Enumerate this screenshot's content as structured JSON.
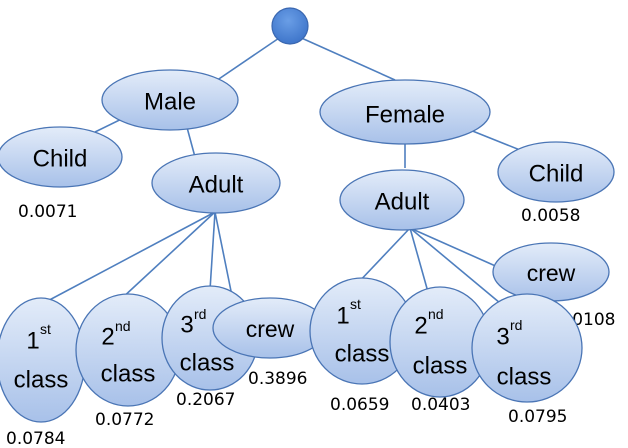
{
  "nodes": {
    "male": "Male",
    "female": "Female",
    "male_child": "Child",
    "male_adult": "Adult",
    "female_adult": "Adult",
    "female_child": "Child",
    "female_crew": "crew",
    "m_1st_num": "1",
    "m_1st_sup": "st",
    "m_1st_class": "class",
    "m_2nd_num": "2",
    "m_2nd_sup": "nd",
    "m_2nd_class": "class",
    "m_3rd_num": "3",
    "m_3rd_sup": "rd",
    "m_3rd_class": "class",
    "m_crew": "crew",
    "f_1st_num": "1",
    "f_1st_sup": "st",
    "f_1st_class": "class",
    "f_2nd_num": "2",
    "f_2nd_sup": "nd",
    "f_2nd_class": "class",
    "f_3rd_num": "3",
    "f_3rd_sup": "rd",
    "f_3rd_class": "class"
  },
  "values": {
    "male_child": "0.0071",
    "female_child": "0.0058",
    "female_crew": "0.0108",
    "m_1st": "0.0784",
    "m_2nd": "0.0772",
    "m_3rd": "0.2067",
    "m_crew": "0.3896",
    "f_1st": "0.0659",
    "f_2nd": "0.0403",
    "f_3rd": "0.0795"
  },
  "colors": {
    "node_fill_top": "#dde7f7",
    "node_fill_bottom": "#a9c2ea",
    "node_stroke": "#4a75b5",
    "root_fill": "#4a84d8",
    "edge": "#4f7fbf"
  }
}
